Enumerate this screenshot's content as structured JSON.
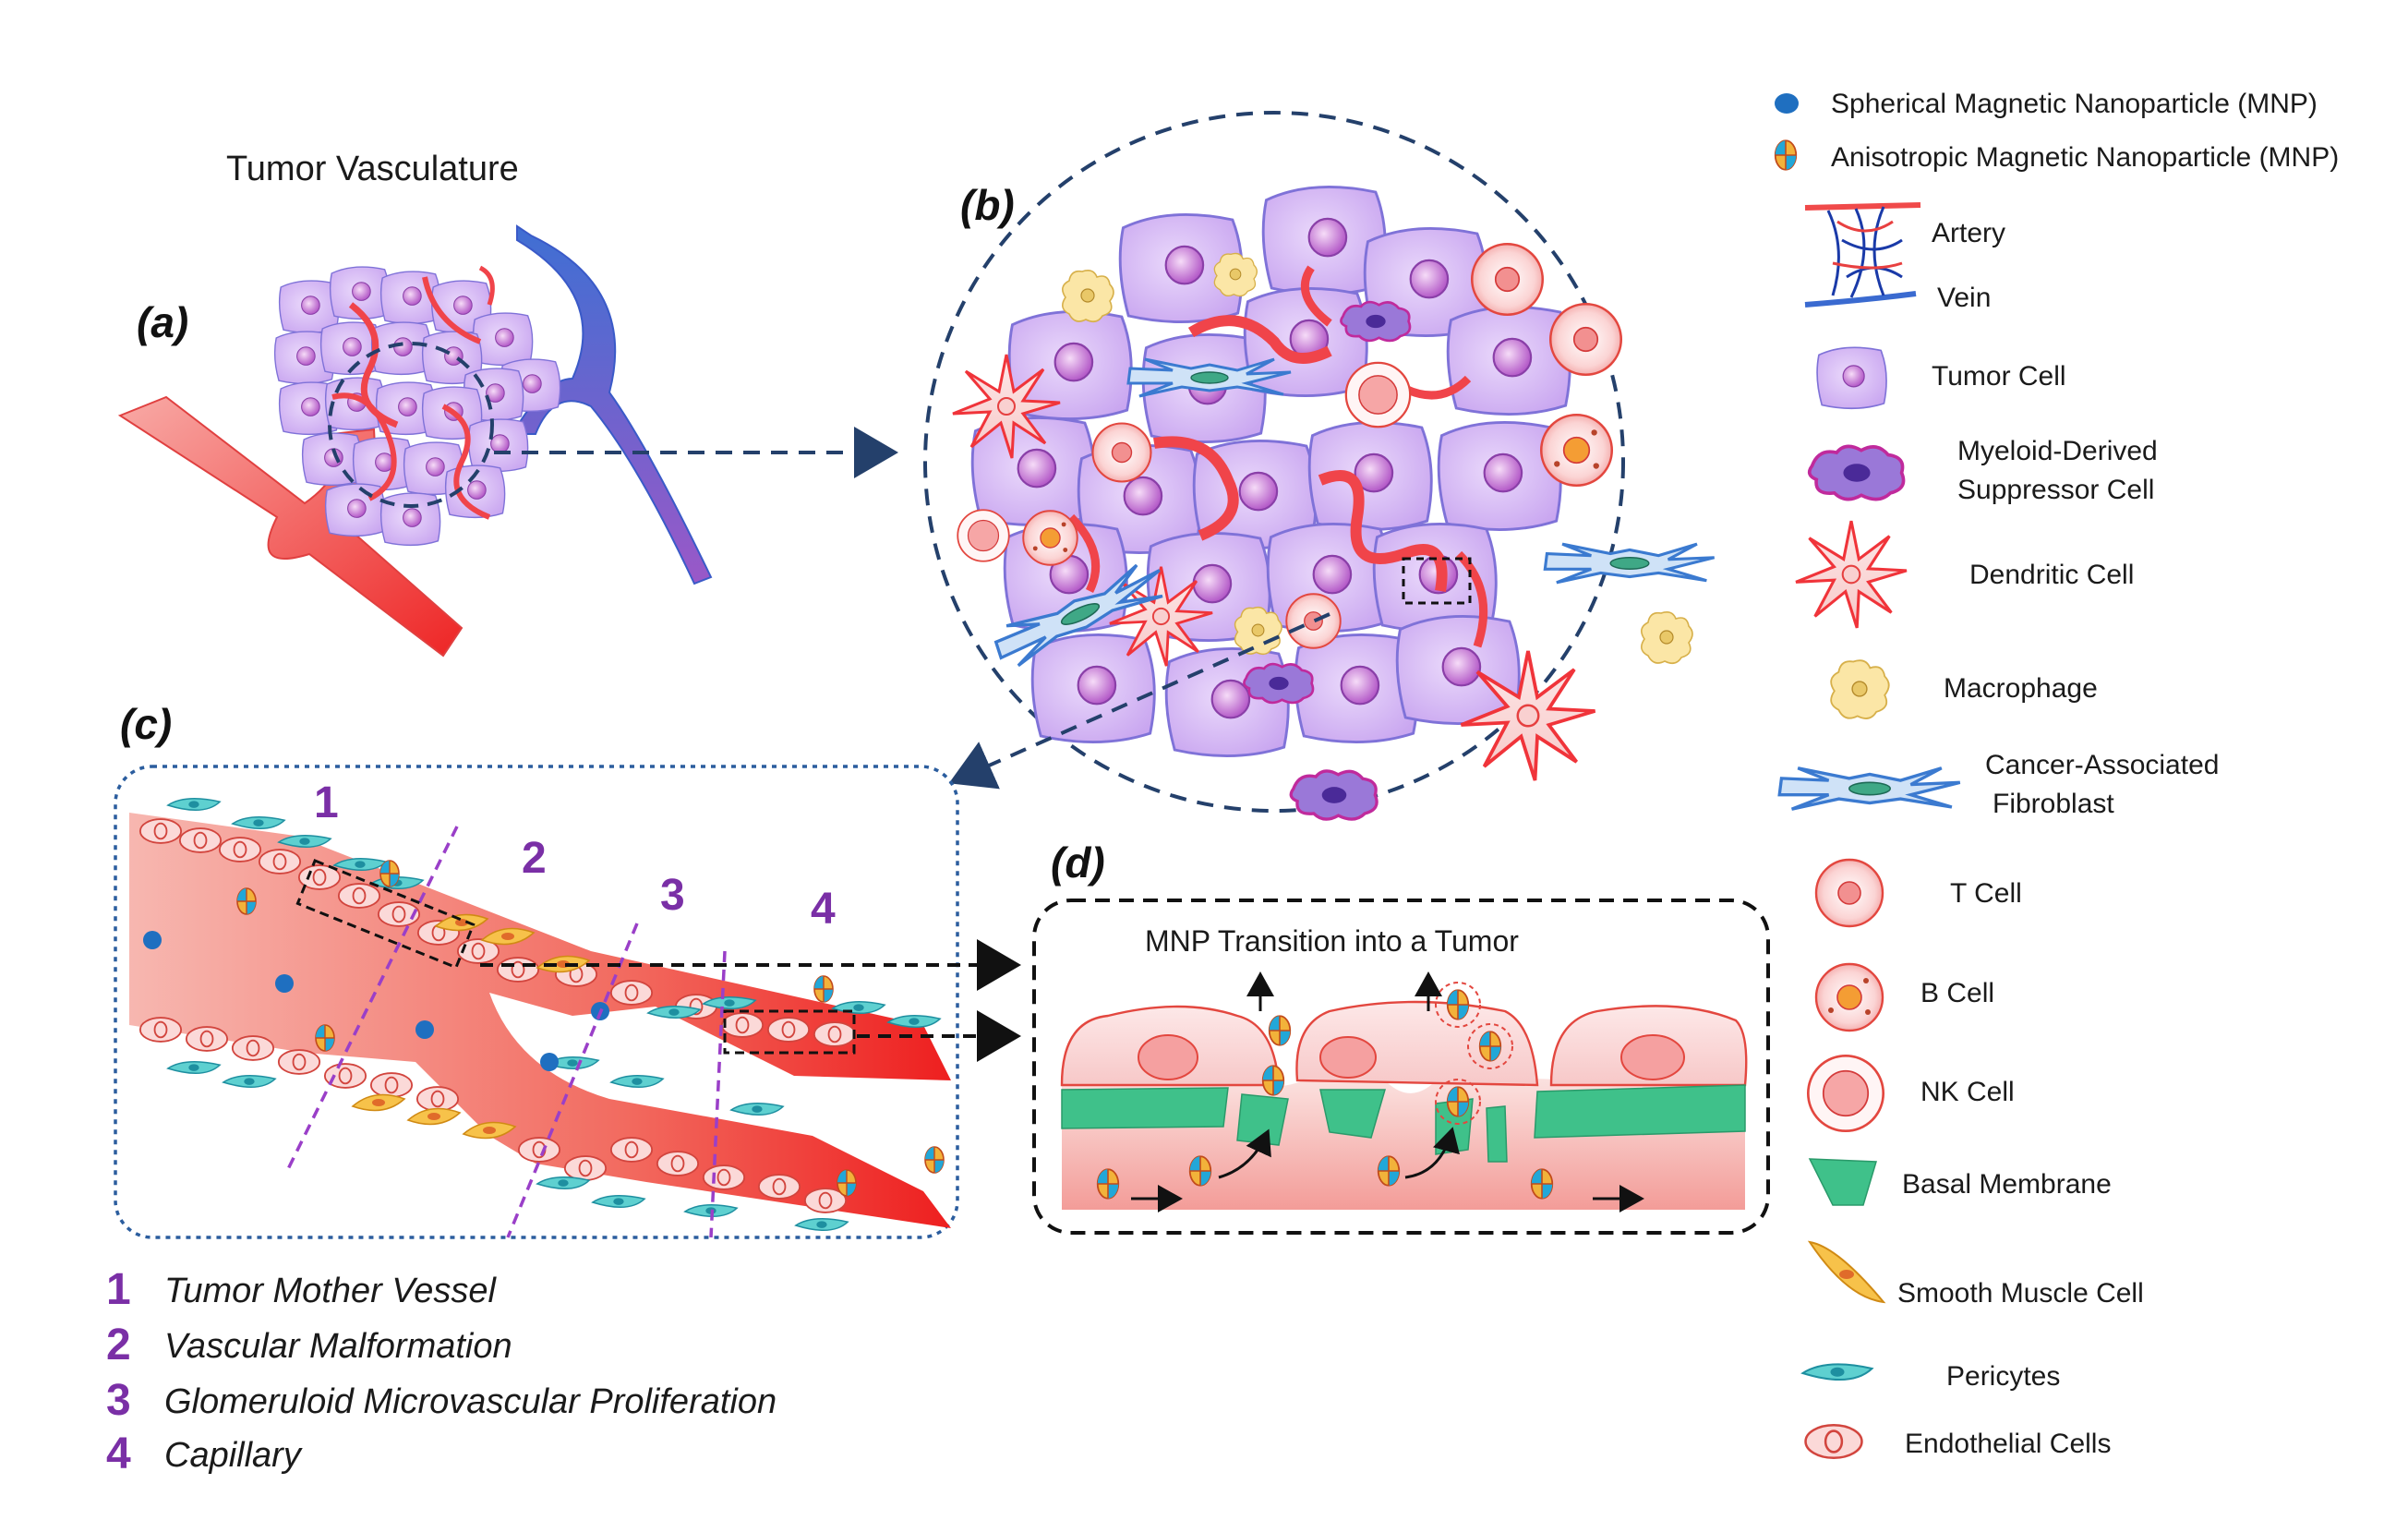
{
  "title": "Tumor  Vasculature",
  "panels": {
    "a": "(a)",
    "b": "(b)",
    "c": "(c)",
    "d": "(d)"
  },
  "zones": [
    {
      "num": "1",
      "label": "Tumor Mother Vessel"
    },
    {
      "num": "2",
      "label": "Vascular Malformation"
    },
    {
      "num": "3",
      "label": "Glomeruloid Microvascular Proliferation"
    },
    {
      "num": "4",
      "label": "Capillary"
    }
  ],
  "panel_d_title": "MNP Transition into a Tumor",
  "legend": [
    {
      "key": "spherical-mnp",
      "label": "Spherical Magnetic Nanoparticle (MNP)"
    },
    {
      "key": "anisotropic-mnp",
      "label": "Anisotropic Magnetic Nanoparticle (MNP)"
    },
    {
      "key": "artery",
      "label": "Artery"
    },
    {
      "key": "vein",
      "label": "Vein"
    },
    {
      "key": "tumor-cell",
      "label": "Tumor Cell"
    },
    {
      "key": "mdsc",
      "label": "Myeloid-Derived",
      "label2": "Suppressor Cell"
    },
    {
      "key": "dendritic",
      "label": "Dendritic Cell"
    },
    {
      "key": "macrophage",
      "label": "Macrophage"
    },
    {
      "key": "caf",
      "label": "Cancer-Associated",
      "label2": "Fibroblast"
    },
    {
      "key": "t-cell",
      "label": "T Cell"
    },
    {
      "key": "b-cell",
      "label": "B Cell"
    },
    {
      "key": "nk-cell",
      "label": "NK Cell"
    },
    {
      "key": "basal",
      "label": "Basal Membrane"
    },
    {
      "key": "smooth-muscle",
      "label": "Smooth Muscle Cell"
    },
    {
      "key": "pericytes",
      "label": "Pericytes"
    },
    {
      "key": "endothelial",
      "label": "Endothelial Cells"
    }
  ],
  "colors": {
    "tumor": "#d7b8f5",
    "tumor_stroke": "#8f7ad6",
    "artery": "#f04a4a",
    "vein": "#4a7bd6",
    "pericyte": "#4fc9c9",
    "endothelial": "#f9d3d3",
    "basal": "#3fc18a",
    "smooth": "#f7c24a",
    "mnp_blue": "#1f6fc0",
    "zone_purple": "#7a2fa6",
    "dash_navy": "#24406b"
  }
}
